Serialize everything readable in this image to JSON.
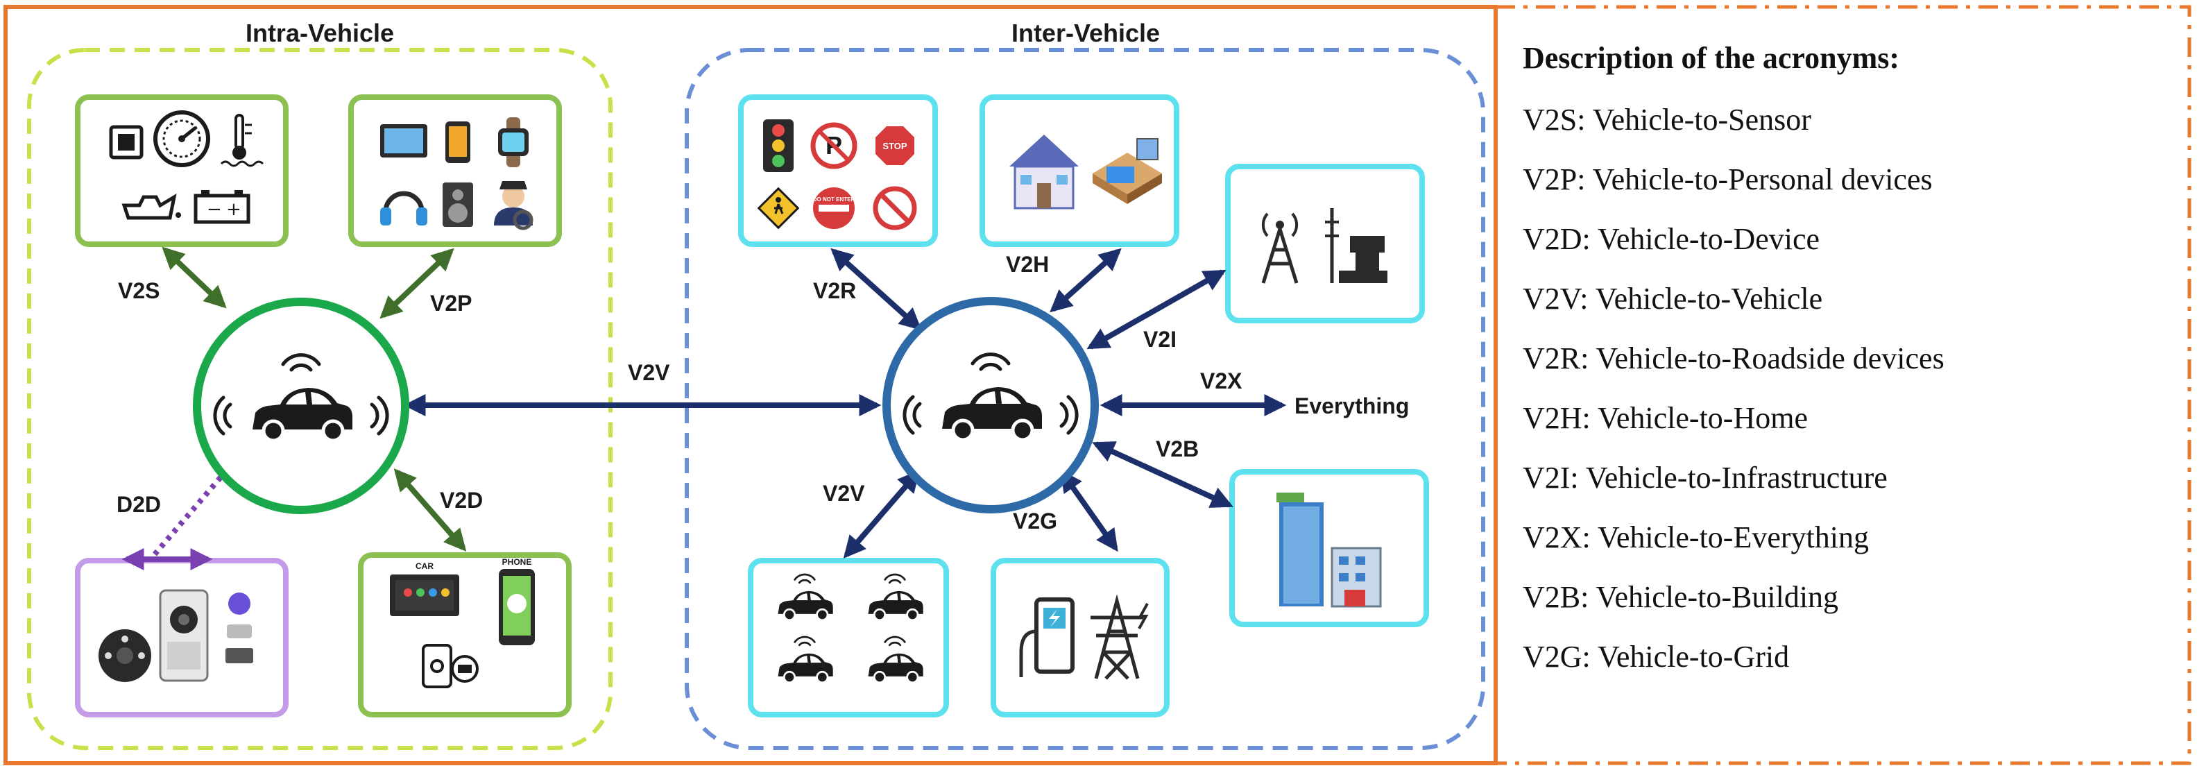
{
  "sections": {
    "intra_title": "Intra-Vehicle",
    "inter_title": "Inter-Vehicle"
  },
  "links": {
    "v2s": "V2S",
    "v2p": "V2P",
    "v2d": "V2D",
    "d2d": "D2D",
    "v2v_center": "V2V",
    "v2r": "V2R",
    "v2h": "V2H",
    "v2i": "V2I",
    "v2x": "V2X",
    "v2b": "V2B",
    "v2v_inter": "V2V",
    "v2g": "V2G",
    "everything": "Everything"
  },
  "icons": {
    "connected_car": "connected-car-icon",
    "sensors": [
      "sensor-chip-icon",
      "speedometer-icon",
      "temperature-icon",
      "oil-can-icon",
      "battery-icon"
    ],
    "personal": [
      "tablet-icon",
      "smartphone-icon",
      "smartwatch-icon",
      "headphones-icon",
      "speaker-icon",
      "chauffeur-icon"
    ],
    "device": [
      "car-head-unit-icon",
      "phone-carplay-icon"
    ],
    "d2d": [
      "steering-remote-icon",
      "dashcam-phone-icon"
    ],
    "roadside": [
      "traffic-light-icon",
      "no-parking-sign-icon",
      "stop-sign-icon",
      "pedestrian-sign-icon",
      "do-not-enter-sign-icon",
      "prohibited-sign-icon"
    ],
    "home": [
      "house-icon",
      "bedroom-icon"
    ],
    "infrastructure": [
      "radio-tower-icon",
      "control-tower-icon"
    ],
    "building": [
      "office-building-icon"
    ],
    "vehicles": [
      "connected-vehicle-icon"
    ],
    "grid": [
      "ev-charger-icon",
      "power-pylon-icon"
    ]
  },
  "device_labels": {
    "car": "CAR",
    "phone": "PHONE",
    "do_not_enter": "DO NOT ENTER",
    "stop": "STOP"
  },
  "legend": {
    "title": "Description of the acronyms:",
    "items": [
      "V2S: Vehicle-to-Sensor",
      "V2P: Vehicle-to-Personal devices",
      "V2D: Vehicle-to-Device",
      "V2V: Vehicle-to-Vehicle",
      "V2R: Vehicle-to-Roadside devices",
      "V2H: Vehicle-to-Home",
      "V2I:  Vehicle-to-Infrastructure",
      "V2X: Vehicle-to-Everything",
      "V2B: Vehicle-to-Building",
      "V2G: Vehicle-to-Grid"
    ]
  },
  "colors": {
    "outer_border": "#e8782e",
    "intra_border": "#c9e04a",
    "inter_border": "#6a8fd6",
    "intra_box": "#8cc152",
    "d2d_box": "#c39be6",
    "inter_box": "#5ee1ee",
    "intra_circle": "#1aa84a",
    "inter_circle": "#2e6aa8",
    "arrow_green": "#3f6f2a",
    "arrow_navy": "#1c2f6b",
    "arrow_purple": "#7a3fb0"
  }
}
